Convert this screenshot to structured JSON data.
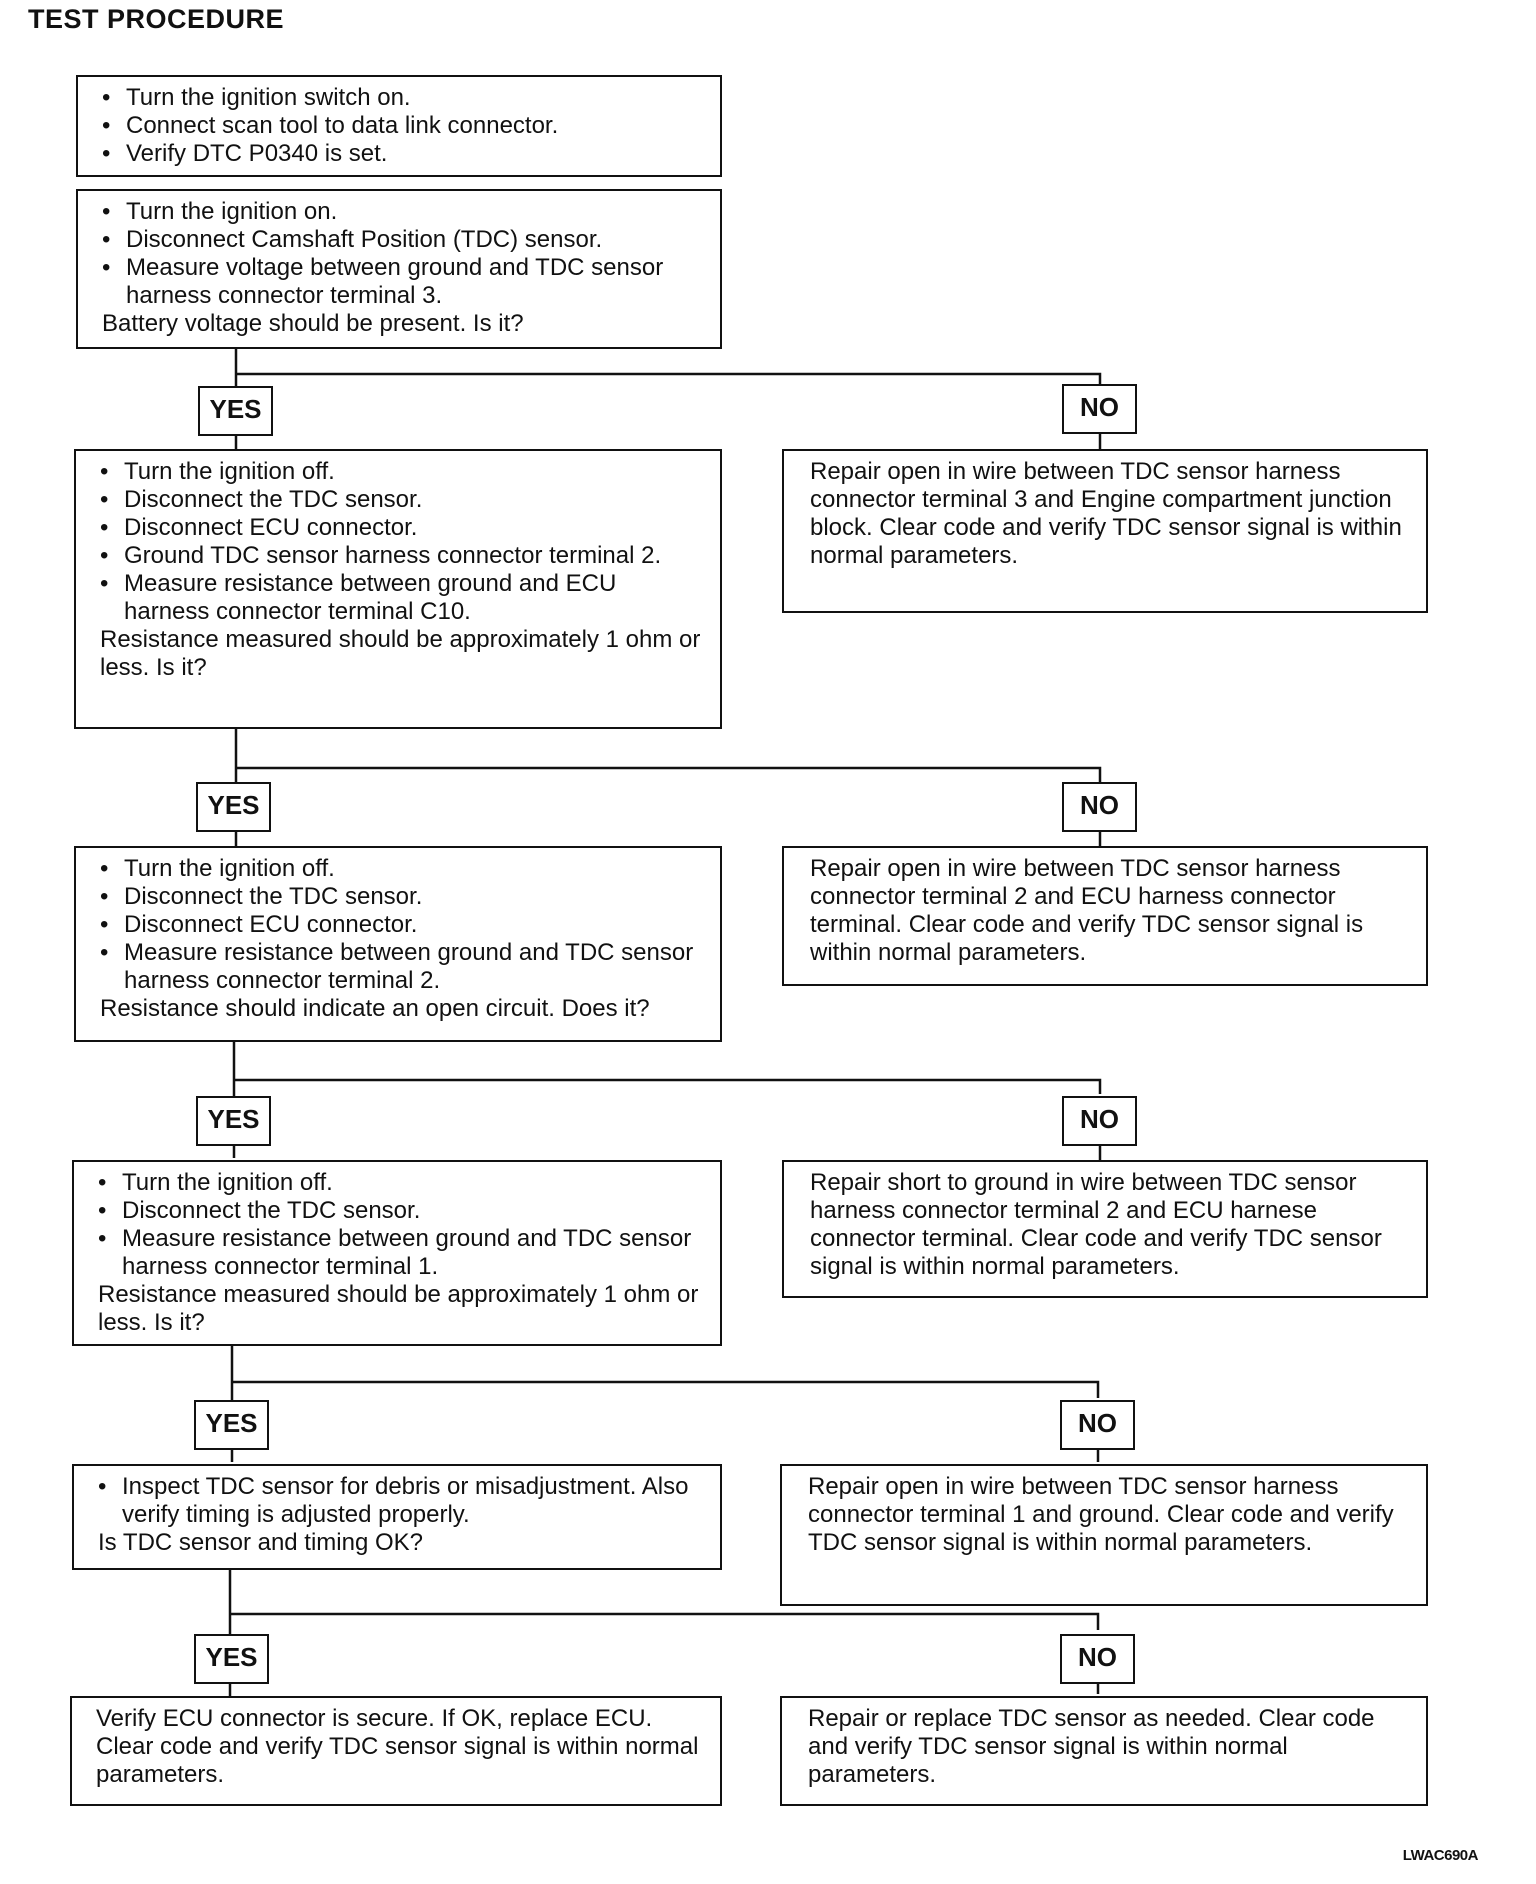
{
  "title": "TEST PROCEDURE",
  "footer_code": "LWAC690A",
  "labels": {
    "yes": "YES",
    "no": "NO"
  },
  "steps": [
    {
      "bullets": [
        "Turn the ignition switch on.",
        "Connect scan tool to data link connector.",
        "Verify DTC P0340 is set."
      ],
      "question": ""
    },
    {
      "bullets": [
        "Turn the ignition on.",
        "Disconnect Camshaft Position (TDC) sensor.",
        "Measure voltage between ground and TDC sensor harness connector terminal 3."
      ],
      "question": "Battery voltage should be present. Is it?"
    },
    {
      "bullets": [
        "Turn the ignition off.",
        "Disconnect the TDC sensor.",
        "Disconnect ECU connector.",
        "Ground TDC sensor harness connector terminal 2.",
        "Measure resistance between ground and ECU harness connector terminal C10."
      ],
      "question": "Resistance measured should be approximately 1 ohm or less. Is it?"
    },
    {
      "bullets": [
        "Turn the ignition off.",
        "Disconnect the TDC sensor.",
        "Disconnect ECU connector.",
        "Measure resistance between ground and TDC sensor harness connector terminal 2."
      ],
      "question": "Resistance should indicate an open circuit. Does it?"
    },
    {
      "bullets": [
        "Turn the ignition off.",
        "Disconnect the TDC sensor.",
        "Measure resistance between ground and TDC sensor harness connector terminal 1."
      ],
      "question": "Resistance measured should be approximately 1 ohm or less. Is it?"
    },
    {
      "bullets": [
        "Inspect TDC sensor for debris or misadjustment. Also verify timing is adjusted properly."
      ],
      "question": "Is TDC sensor and timing OK?"
    }
  ],
  "no_actions": [
    "Repair open in wire between TDC sensor harness connector terminal 3 and Engine compartment junction block. Clear code and verify TDC sensor signal is within normal parameters.",
    "Repair open in wire between TDC sensor harness connector terminal 2 and ECU harness connector terminal. Clear code and verify TDC sensor signal is within normal parameters.",
    "Repair short to ground in wire between TDC sensor harness connector terminal 2 and ECU harnese connector terminal. Clear code and verify TDC sensor signal is within normal parameters.",
    "Repair open in wire between TDC sensor harness connector terminal 1 and ground. Clear code and verify TDC sensor signal is within normal parameters.",
    "Repair or replace TDC sensor as needed. Clear code and verify TDC sensor signal is within normal parameters."
  ],
  "final_yes_action": "Verify ECU connector is secure. If OK, replace ECU. Clear code and verify TDC sensor signal is within normal parameters."
}
